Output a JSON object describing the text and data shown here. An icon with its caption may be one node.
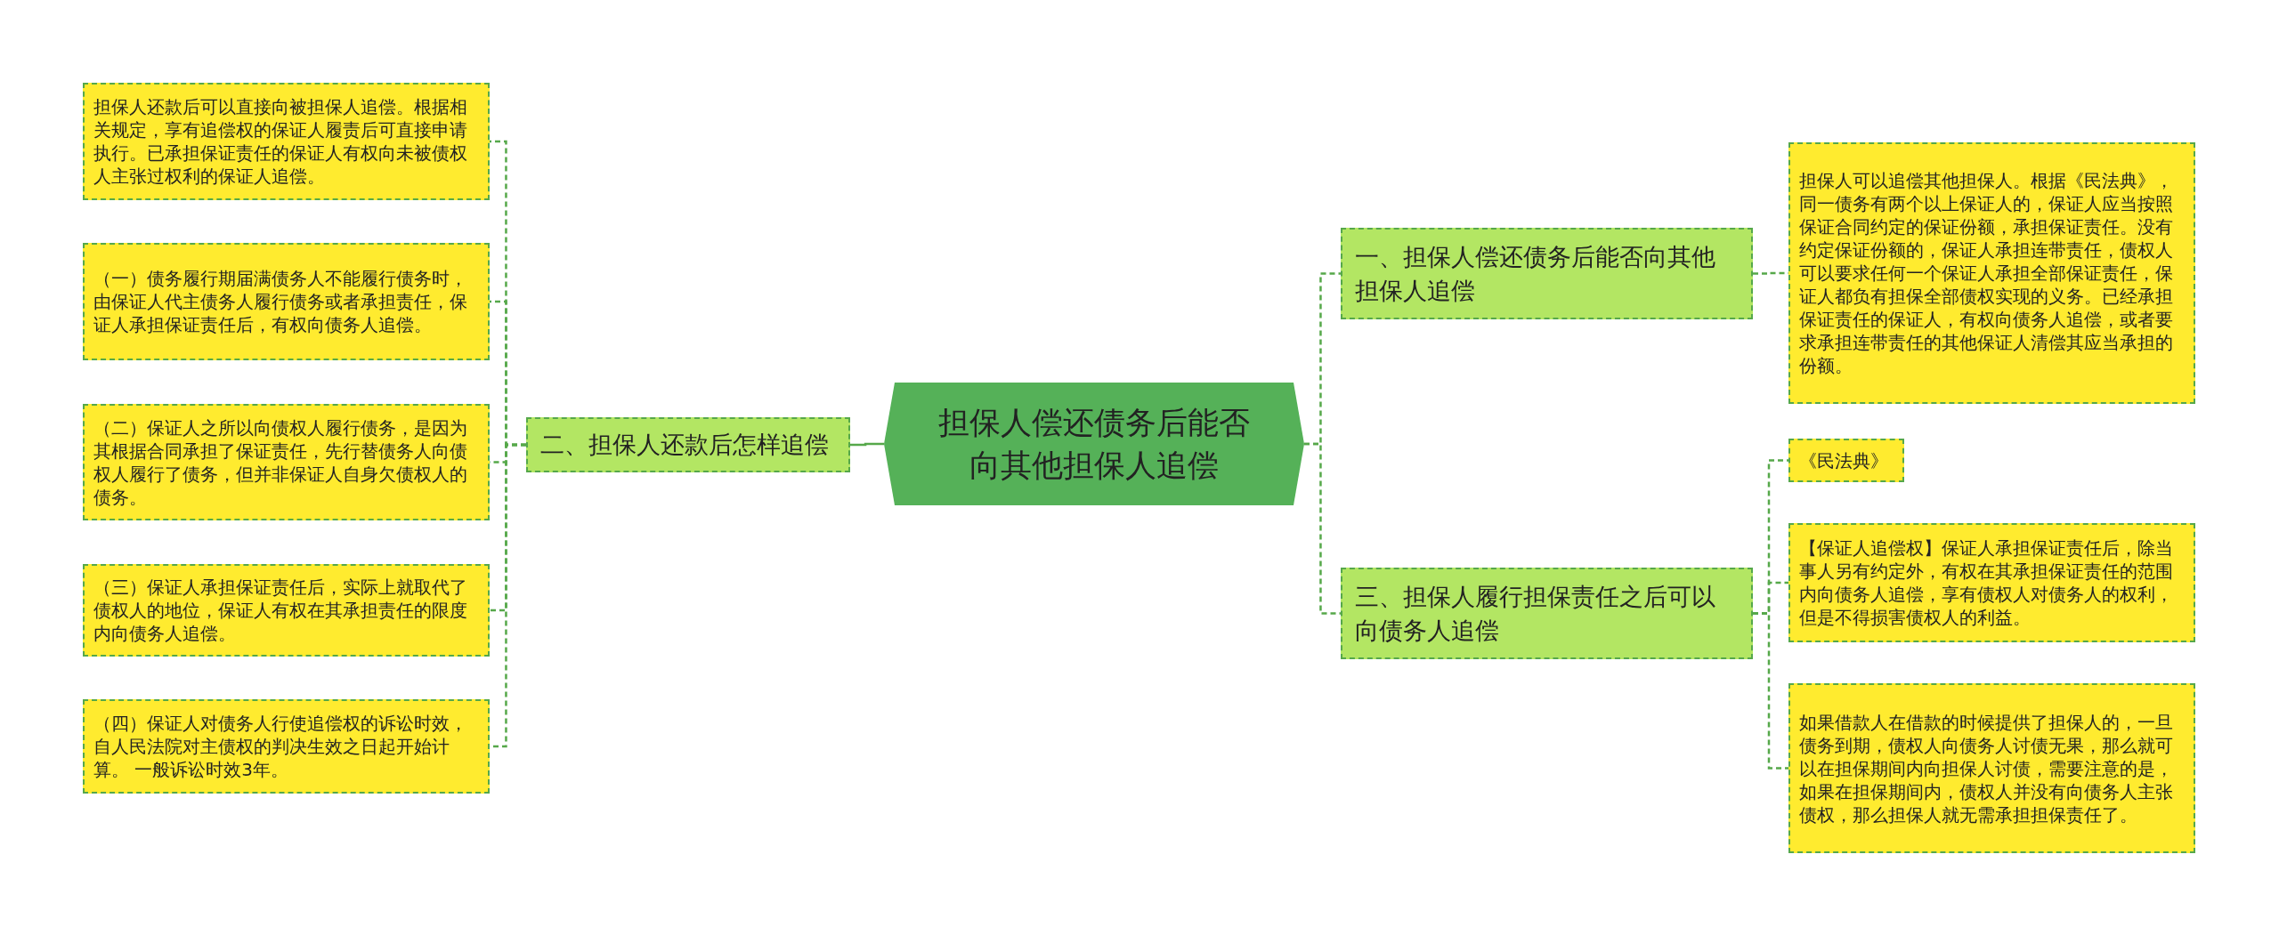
{
  "diagram": {
    "nodes": [
      {
        "text": [
          "担保人偿还债务后能否向其他担保人追偿"
        ]
      },
      {
        "text": [
          "二、担保人还款后怎样追偿"
        ]
      },
      {
        "text": [
          "担保人还款后可以直接向被担保人追偿。根据相关规定，享有追偿权的保证人履责后可直接申请执行。已承担保证责任的保证人有权向未被债权人主张过权利的保证人追偿。"
        ]
      },
      {
        "text": [
          "（一）债务履行期届满债务人不能履行债务时，由保证人代主债务人履行债务或者承担责任，保证人承担保证责任后，有权向债务人追偿。"
        ]
      },
      {
        "text": [
          "（二）保证人之所以向债权人履行债务，是因为其根据合同承担了保证责任，先行替债务人向债权人履行了债务，但并非保证人自身欠债权人的债务。"
        ]
      },
      {
        "text": [
          "（三）保证人承担保证责任后，实际上就取代了债权人的地位，保证人有权在其承担责任的限度内向债务人追偿。"
        ]
      },
      {
        "text": [
          "（四）保证人对债务人行使追偿权的诉讼时效，自人民法院对主债权的判决生效之日起开始计算。 一般诉讼时效3年。"
        ]
      },
      {
        "text": [
          "一、担保人偿还债务后能否向其他担保人追偿"
        ]
      },
      {
        "text": [
          "担保人可以追偿其他担保人。根据《民法典》，同一债务有两个以上保证人的，保证人应当按照保证合同约定的保证份额，承担保证责任。没有约定保证份额的，保证人承担连带责任，债权人可以要求任何一个保证人承担全部保证责任，保证人都负有担保全部债权实现的义务。已经承担保证责任的保证人，有权向债务人追偿，或者要求承担连带责任的其他保证人清偿其应当承担的份额。"
        ]
      },
      {
        "text": [
          "三、担保人履行担保责任之后可以向债务人追偿"
        ]
      },
      {
        "text": [
          "《民法典》"
        ]
      },
      {
        "text": [
          "【保证人追偿权】保证人承担保证责任后，除当事人另有约定外，有权在其承担保证责任的范围内向债务人追偿，享有债权人对债务人的权利，但是不得损害债权人的利益。"
        ]
      },
      {
        "text": [
          "如果借款人在借款的时候提供了担保人的，一旦债务到期，债权人向债务人讨债无果，那么就可以在担保期间内向担保人讨债，需要注意的是，如果在担保期间内，债权人并没有向债务人主张债权，那么担保人就无需承担担保责任了。"
        ]
      }
    ],
    "edges": [
      {
        "from": 0,
        "to": 1,
        "arrow": "none"
      },
      {
        "from": 1,
        "to": 2,
        "arrow": "none",
        "style": "dashed"
      },
      {
        "from": 1,
        "to": 3,
        "arrow": "none",
        "style": "dashed"
      },
      {
        "from": 1,
        "to": 4,
        "arrow": "none",
        "style": "dashed"
      },
      {
        "from": 1,
        "to": 5,
        "arrow": "none",
        "style": "dashed"
      },
      {
        "from": 1,
        "to": 6,
        "arrow": "none",
        "style": "dashed"
      },
      {
        "from": 0,
        "to": 7,
        "arrow": "none",
        "style": "dashed"
      },
      {
        "from": 7,
        "to": 8,
        "arrow": "none",
        "style": "dashed"
      },
      {
        "from": 0,
        "to": 9,
        "arrow": "none",
        "style": "dashed"
      },
      {
        "from": 9,
        "to": 10,
        "arrow": "none",
        "style": "dashed"
      },
      {
        "from": 9,
        "to": 11,
        "arrow": "none",
        "style": "dashed"
      },
      {
        "from": 9,
        "to": 12,
        "arrow": "none",
        "style": "dashed"
      }
    ]
  }
}
